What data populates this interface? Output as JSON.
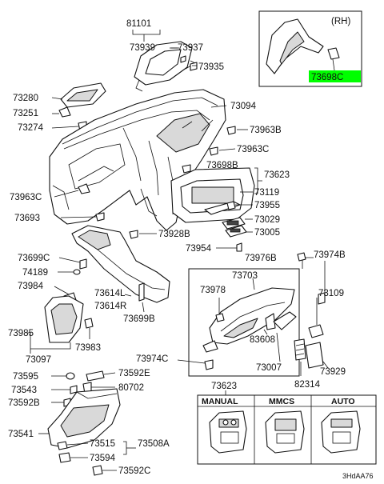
{
  "accent_color": "#00ff00",
  "labels": {
    "p81101": "81101",
    "p73939": "73939",
    "p73937": "73937",
    "p73935": "73935",
    "p73280": "73280",
    "p73094": "73094",
    "p73251": "73251",
    "p73274": "73274",
    "p73963b": "73963B",
    "p73963c_r": "73963C",
    "p73698b": "73698B",
    "p73623_r": "73623",
    "p73963c_l": "73963C",
    "p73119": "73119",
    "p73955": "73955",
    "p73693": "73693",
    "p73029": "73029",
    "p73928b": "73928B",
    "p73005": "73005",
    "p73954": "73954",
    "p73699c": "73699C",
    "p73976b": "73976B",
    "p73974b": "73974B",
    "p74189": "74189",
    "p73703": "73703",
    "p73984": "73984",
    "p73978": "73978",
    "p73614l": "73614L",
    "p73614r": "73614R",
    "p73109": "73109",
    "p73699b": "73699B",
    "p73985": "73985",
    "p83608": "83608",
    "p73983": "73983",
    "p73097": "73097",
    "p73974c": "73974C",
    "p73007": "73007",
    "p73929": "73929",
    "p73595": "73595",
    "p73592e": "73592E",
    "p82314": "82314",
    "p73543": "73543",
    "p80702": "80702",
    "p73592b": "73592B",
    "p73623_b": "73623",
    "p73541": "73541",
    "p73515": "73515",
    "p73508a": "73508A",
    "p73594": "73594",
    "p73592c": "73592C",
    "p73698c": "73698C"
  },
  "inset": {
    "side": "(RH)"
  },
  "variants": {
    "manual": "MANUAL",
    "mmcs": "MMCS",
    "auto": "AUTO"
  },
  "drawing_code": "3HdAA76"
}
